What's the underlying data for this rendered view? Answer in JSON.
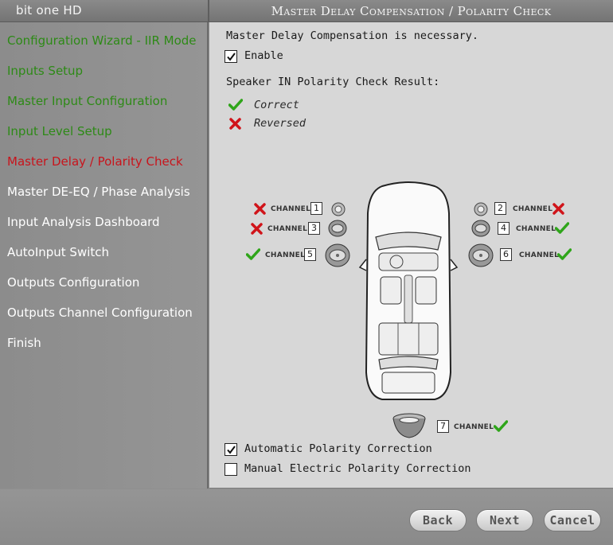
{
  "app": {
    "name": "bit one HD"
  },
  "page_title": "Master Delay Compensation / Polarity Check",
  "sidebar": {
    "items": [
      {
        "label": "Configuration Wizard - IIR Mode",
        "state": "done"
      },
      {
        "label": "Inputs Setup",
        "state": "done"
      },
      {
        "label": "Master Input Configuration",
        "state": "done"
      },
      {
        "label": "Input Level Setup",
        "state": "done"
      },
      {
        "label": "Master Delay / Polarity Check",
        "state": "active"
      },
      {
        "label": "Master DE-EQ / Phase Analysis",
        "state": "pending"
      },
      {
        "label": "Input Analysis Dashboard",
        "state": "pending"
      },
      {
        "label": "AutoInput Switch",
        "state": "pending"
      },
      {
        "label": "Outputs Configuration",
        "state": "pending"
      },
      {
        "label": "Outputs Channel Configuration",
        "state": "pending"
      },
      {
        "label": "Finish",
        "state": "pending"
      }
    ]
  },
  "main": {
    "delay_message": "Master Delay Compensation is necessary.",
    "enable_label": "Enable",
    "enable_checked": true,
    "polarity_heading": "Speaker IN Polarity Check Result:",
    "legend": {
      "correct": "Correct",
      "reversed": "Reversed"
    },
    "channel_word": "CHANNEL",
    "channels": [
      {
        "number": "1",
        "status": "reversed"
      },
      {
        "number": "2",
        "status": "reversed"
      },
      {
        "number": "3",
        "status": "reversed"
      },
      {
        "number": "4",
        "status": "correct"
      },
      {
        "number": "5",
        "status": "correct"
      },
      {
        "number": "6",
        "status": "correct"
      },
      {
        "number": "7",
        "status": "correct"
      }
    ],
    "auto_correction_label": "Automatic Polarity Correction",
    "auto_correction_checked": true,
    "manual_correction_label": "Manual Electric Polarity Correction",
    "manual_correction_checked": false
  },
  "footer": {
    "back": "Back",
    "next": "Next",
    "cancel": "Cancel"
  },
  "colors": {
    "done": "#2d8a16",
    "active": "#c8141c",
    "pending": "#ffffff",
    "check": "#2fa51a",
    "cross": "#d0141a"
  }
}
